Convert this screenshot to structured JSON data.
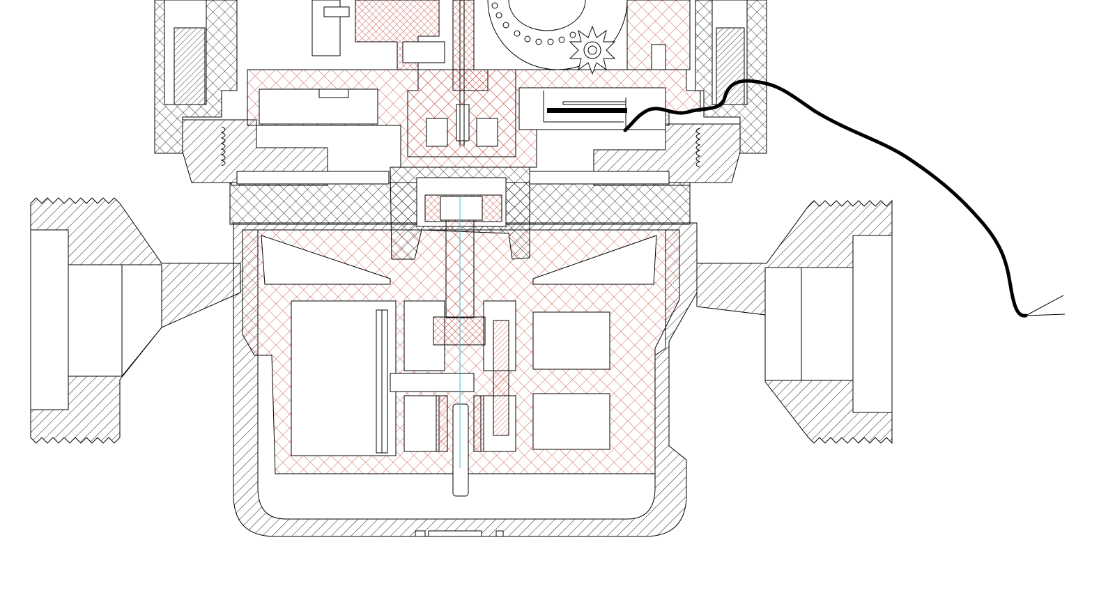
{
  "drawing": {
    "kind": "cross-section engineering drawing (water meter body)",
    "colors": {
      "background": "#ffffff",
      "outline": "#000000",
      "hatch_body": "#000000",
      "hatch_internal": "#c0392b",
      "axis": "#2bc6d6",
      "cable": "#000000"
    },
    "icons": [
      "body-hatch",
      "crosshatch",
      "gear",
      "cable"
    ]
  }
}
